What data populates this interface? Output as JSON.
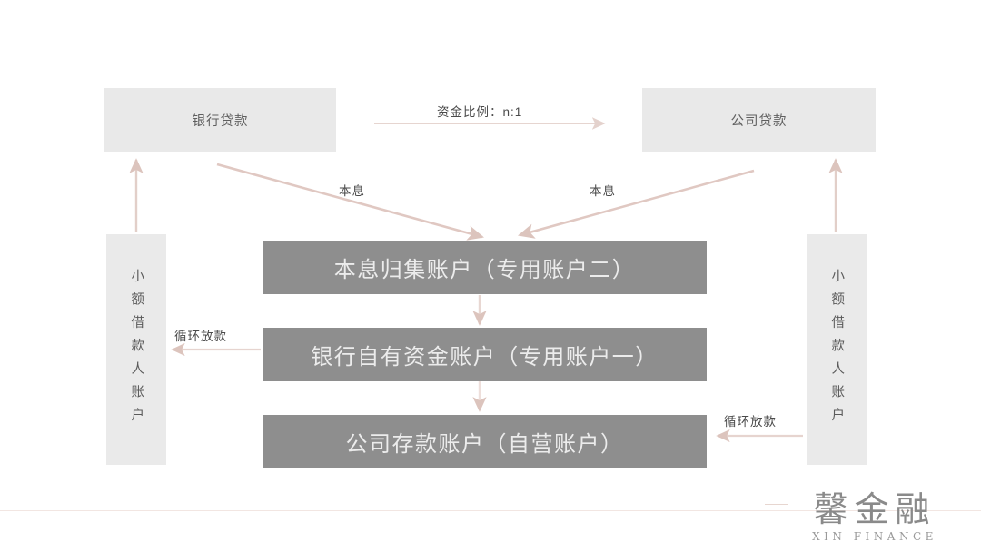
{
  "diagram": {
    "title_nodes": {
      "bank_loan": "银行贷款",
      "company_loan": "公司贷款"
    },
    "side_accounts": {
      "left": "小额借款人账户",
      "right": "小额借款人账户"
    },
    "accounts": [
      "本息归集账户（专用账户二）",
      "银行自有资金账户（专用账户一）",
      "公司存款账户（自营账户）"
    ],
    "edge_labels": {
      "ratio": "资金比例：n:1",
      "principal_interest_left": "本息",
      "principal_interest_right": "本息",
      "revolving_left": "循环放款",
      "revolving_right": "循环放款"
    },
    "colors": {
      "light_box": "#e9e9e9",
      "dark_box": "#8e8e8e",
      "arrow": "#dcc4bd",
      "text_dark": "#4a4a4a",
      "text_light": "#ececec",
      "rule": "#f2e6e2"
    }
  },
  "brand": {
    "name_cn": "馨金融",
    "name_en": "XIN FINANCE"
  }
}
